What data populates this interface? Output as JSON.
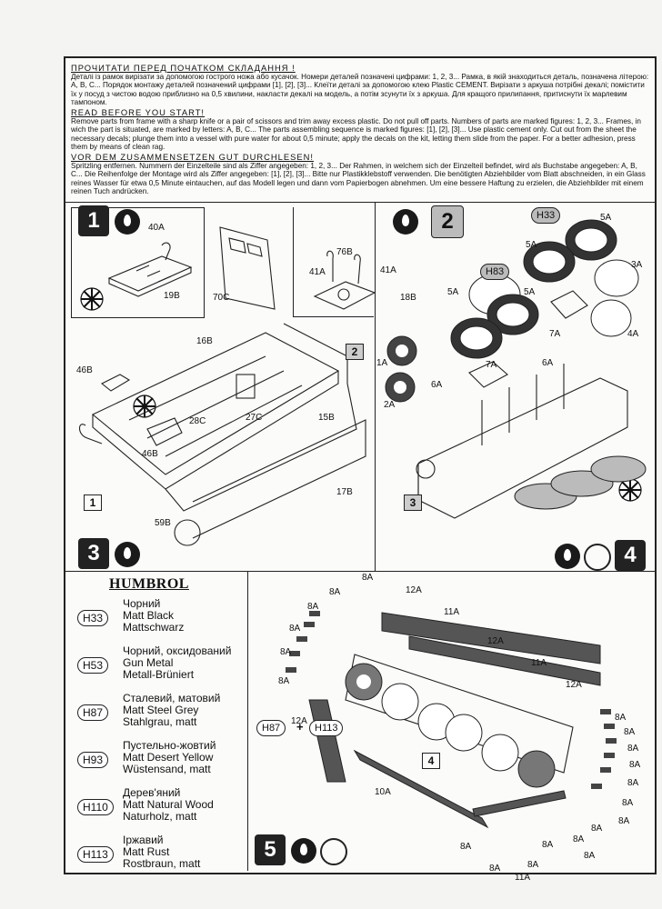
{
  "instructions": {
    "ua_heading": "ПРОЧИТАТИ ПЕРЕД ПОЧАТКОМ СКЛАДАННЯ !",
    "ua_text": "Деталі із рамок вирізати за допомогою гострого ножа або кусачок. Номери деталей позначені цифрами: 1, 2, 3... Рамка, в якій знаходиться деталь, позначена літерою: A, B, C... Порядок монтажу деталей позначений цифрами [1], [2], [3]... Клеїти деталі за допомогою клею Plastic CEMENT. Вирізати з аркуша потрібні декалі; помістити їх у посуд з чистою водою приблизно на 0,5 хвилини, накласти декалі на модель, а потім зсунути їх з аркуша. Для кращого прилипання, притиснути їх марлевим тампоном.",
    "en_heading": "READ BEFORE YOU START!",
    "en_text": "Remove parts from frame with a sharp knife or a pair of scissors and trim away excess plastic. Do not pull off parts. Numbers of parts are marked figures: 1, 2, 3... Frames, in wich the part is situated, are marked by letters: A, B, C... The parts assembling sequence is marked figures: [1], [2], [3]... Use plastic cement only. Cut out from the sheet the necessary decals; plunge them into a vessel with pure water for about 0,5 minute; apply the decals on the kit, letting them slide from the paper. For a better adhesion, press them by means of clean rag.",
    "de_heading": "VOR DEM ZUSAMMENSETZEN GUT DURCHLESEN!",
    "de_text": "Spritzling entfernen. Nummern der Einzelteile sind als Ziffer angegeben: 1, 2, 3... Der Rahmen, in welchem sich der Einzelteil befindet, wird als Buchstabe angegeben: A, B, C... Die Reihenfolge der Montage wird als Ziffer angegeben: [1], [2], [3]... Bitte nur Plastikklebstoff verwenden. Die benötigten Abziehbilder vom Blatt abschneiden, in ein Glass reines Wasser für etwa 0,5 Minute eintauchen, auf das Modell legen und dann vom Papierbogen abnehmen. Um eine bessere Haftung zu erzielen, die Abziehbilder mit einem reinen Tuch andrücken."
  },
  "steps": {
    "s1": "1",
    "s2": "2",
    "s3": "3",
    "s4": "4",
    "s5": "5",
    "sub1": "1",
    "sub2": "2",
    "sub3": "3",
    "sub4": "4"
  },
  "parts": {
    "p40A": "40A",
    "p19B": "19B",
    "p70C": "70C",
    "p76B": "76B",
    "p41A_l": "41A",
    "p41A_r": "41A",
    "p18B": "18B",
    "pH33_top": "H33",
    "p5A_1": "5A",
    "p5A_2": "5A",
    "p3A": "3A",
    "pH83": "H83",
    "p5A_3": "5A",
    "p5A_4": "5A",
    "p7A_1": "7A",
    "p4A": "4A",
    "p1A": "1A",
    "p6A_1": "6A",
    "p7A_2": "7A",
    "p6A_2": "6A",
    "p2A": "2A",
    "p16B": "16B",
    "p46B_1": "46B",
    "p28C": "28C",
    "p27C": "27C",
    "p15B": "15B",
    "p46B_2": "46B",
    "p17B": "17B",
    "p59B": "59B",
    "p8A_a": "8A",
    "p8A_b": "8A",
    "p8A_c": "8A",
    "p8A_d": "8A",
    "p8A_e": "8A",
    "p8A_f": "8A",
    "p12A_1": "12A",
    "p11A_1": "11A",
    "p12A_2": "12A",
    "p11A_2": "11A",
    "p12A_3": "12A",
    "p12A_4": "12A",
    "p10A": "10A",
    "p8A_g": "8A",
    "p8A_h": "8A",
    "p8A_i": "8A",
    "p8A_j": "8A",
    "p8A_k": "8A",
    "p8A_l": "8A",
    "p8A_m": "8A",
    "p8A_n": "8A",
    "p8A_o": "8A",
    "p8A_p": "8A",
    "p8A_q": "8A",
    "p8A_r": "8A",
    "p11A_3": "11A",
    "p8A_s": "8A",
    "p8A_t": "8A"
  },
  "mix": {
    "a": "H87",
    "plus": "+",
    "b": "H113"
  },
  "paints": {
    "brand": "HUMBROL",
    "items": [
      {
        "code": "H33",
        "ua": "Чорний",
        "en": "Matt Black",
        "de": "Mattschwarz"
      },
      {
        "code": "H53",
        "ua": "Чорний, оксидований",
        "en": "Gun Metal",
        "de": "Metall-Brüniert"
      },
      {
        "code": "H87",
        "ua": "Сталевий, матовий",
        "en": "Matt Steel Grey",
        "de": "Stahlgrau, matt"
      },
      {
        "code": "H93",
        "ua": "Пустельно-жовтий",
        "en": "Matt Desert Yellow",
        "de": "Wüstensand, matt"
      },
      {
        "code": "H110",
        "ua": "Дерев'яний",
        "en": "Matt Natural Wood",
        "de": "Naturholz, matt"
      },
      {
        "code": "H113",
        "ua": "Іржавий",
        "en": "Matt Rust",
        "de": "Rostbraun, matt"
      }
    ]
  }
}
